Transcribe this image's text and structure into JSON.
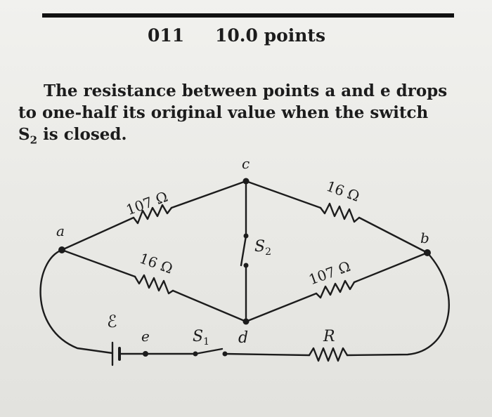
{
  "question": {
    "number": "011",
    "points": "10.0 points"
  },
  "problem": {
    "line1": "The resistance between points a and e drops",
    "line2": "to one-half its original value when the switch",
    "line3_subject": "S",
    "line3_sub": "2",
    "line3_rest": " is closed."
  },
  "circuit": {
    "nodes": {
      "a": "a",
      "b": "b",
      "c": "c",
      "d": "d",
      "e": "e"
    },
    "resistors": {
      "a_c": "107 Ω",
      "c_b": "16 Ω",
      "a_d": "16 Ω",
      "d_b": "107 Ω",
      "bottom": "R"
    },
    "switch_s2": {
      "label": "S",
      "sub": "2"
    },
    "switch_s1": {
      "label": "S",
      "sub": "1"
    },
    "emf": "ℰ"
  }
}
